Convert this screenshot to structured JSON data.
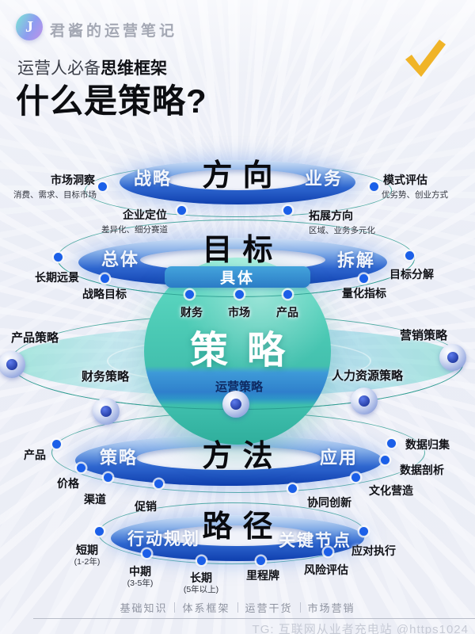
{
  "header": {
    "logo_letter": "J",
    "brand": "君酱的运营笔记",
    "subtitle_regular": "运营人必备",
    "subtitle_bold": "思维框架",
    "title": "什么是策略?"
  },
  "colors": {
    "accent_dot_blue": "#1B5FE8",
    "ring_blue": "#0F3FAE",
    "orbit_teal": "#26988C",
    "sphere_teal": "#43C0AE",
    "check_yellow": "#F0B428"
  },
  "direction": {
    "title": "方向",
    "ring_left": "战略",
    "ring_right": "业务",
    "market_insight": {
      "label": "市场洞察",
      "sub": "消费、需求、目标市场"
    },
    "model_eval": {
      "label": "模式评估",
      "sub": "优劣势、创业方式"
    },
    "positioning": {
      "label": "企业定位",
      "sub": "差异化、细分赛道"
    },
    "expansion": {
      "label": "拓展方向",
      "sub": "区域、业务多元化"
    }
  },
  "goal": {
    "title": "目标",
    "ring_left": "总体",
    "ring_right": "拆解",
    "band": "具体",
    "long_vision": "长期远景",
    "strategic_goal": "战略目标",
    "decompose": "目标分解",
    "quant": "量化指标",
    "sphere_items": [
      "财务",
      "市场",
      "产品"
    ]
  },
  "strategy": {
    "title": "策略",
    "product": "产品策略",
    "finance": "财务策略",
    "operation": "运营策略",
    "hr": "人力资源策略",
    "marketing": "营销策略"
  },
  "method": {
    "title": "方法",
    "ring_left": "策略",
    "ring_right": "应用",
    "left": [
      "产品",
      "价格",
      "渠道",
      "促销"
    ],
    "right": [
      "数据归集",
      "数据剖析",
      "文化营造",
      "协同创新"
    ]
  },
  "path": {
    "title": "路径",
    "ring_left": "行动规划",
    "ring_right": "关键节点",
    "short": {
      "label": "短期",
      "sub": "(1-2年)"
    },
    "mid": {
      "label": "中期",
      "sub": "(3-5年)"
    },
    "long": {
      "label": "长期",
      "sub": "(5年以上)"
    },
    "milestone": "里程牌",
    "risk": "风险评估",
    "execute": "应对执行"
  },
  "footer": {
    "tags": [
      "基础知识",
      "体系框架",
      "运营干货",
      "市场营销"
    ],
    "watermark": "TG: 互联网从业者充电站 @https1024"
  }
}
